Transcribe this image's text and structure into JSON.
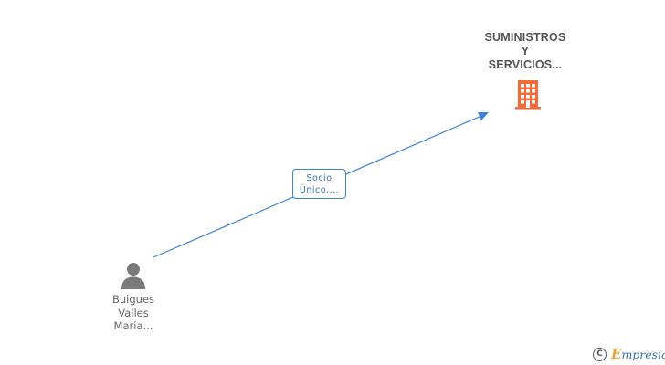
{
  "company": {
    "name_lines": [
      "SUMINISTROS",
      "Y",
      "SERVICIOS..."
    ],
    "icon": "building-icon",
    "color": "#f26b38"
  },
  "person": {
    "name_lines": [
      "Buigues",
      "Valles",
      "Maria..."
    ],
    "icon": "person-icon",
    "color": "#7a7a7a"
  },
  "relation": {
    "label_lines": [
      "Socio",
      "Único,..."
    ],
    "color": "#3a82d6"
  },
  "brand": {
    "copyright_symbol": "C",
    "name_first": "E",
    "name_rest": "mpresia"
  }
}
